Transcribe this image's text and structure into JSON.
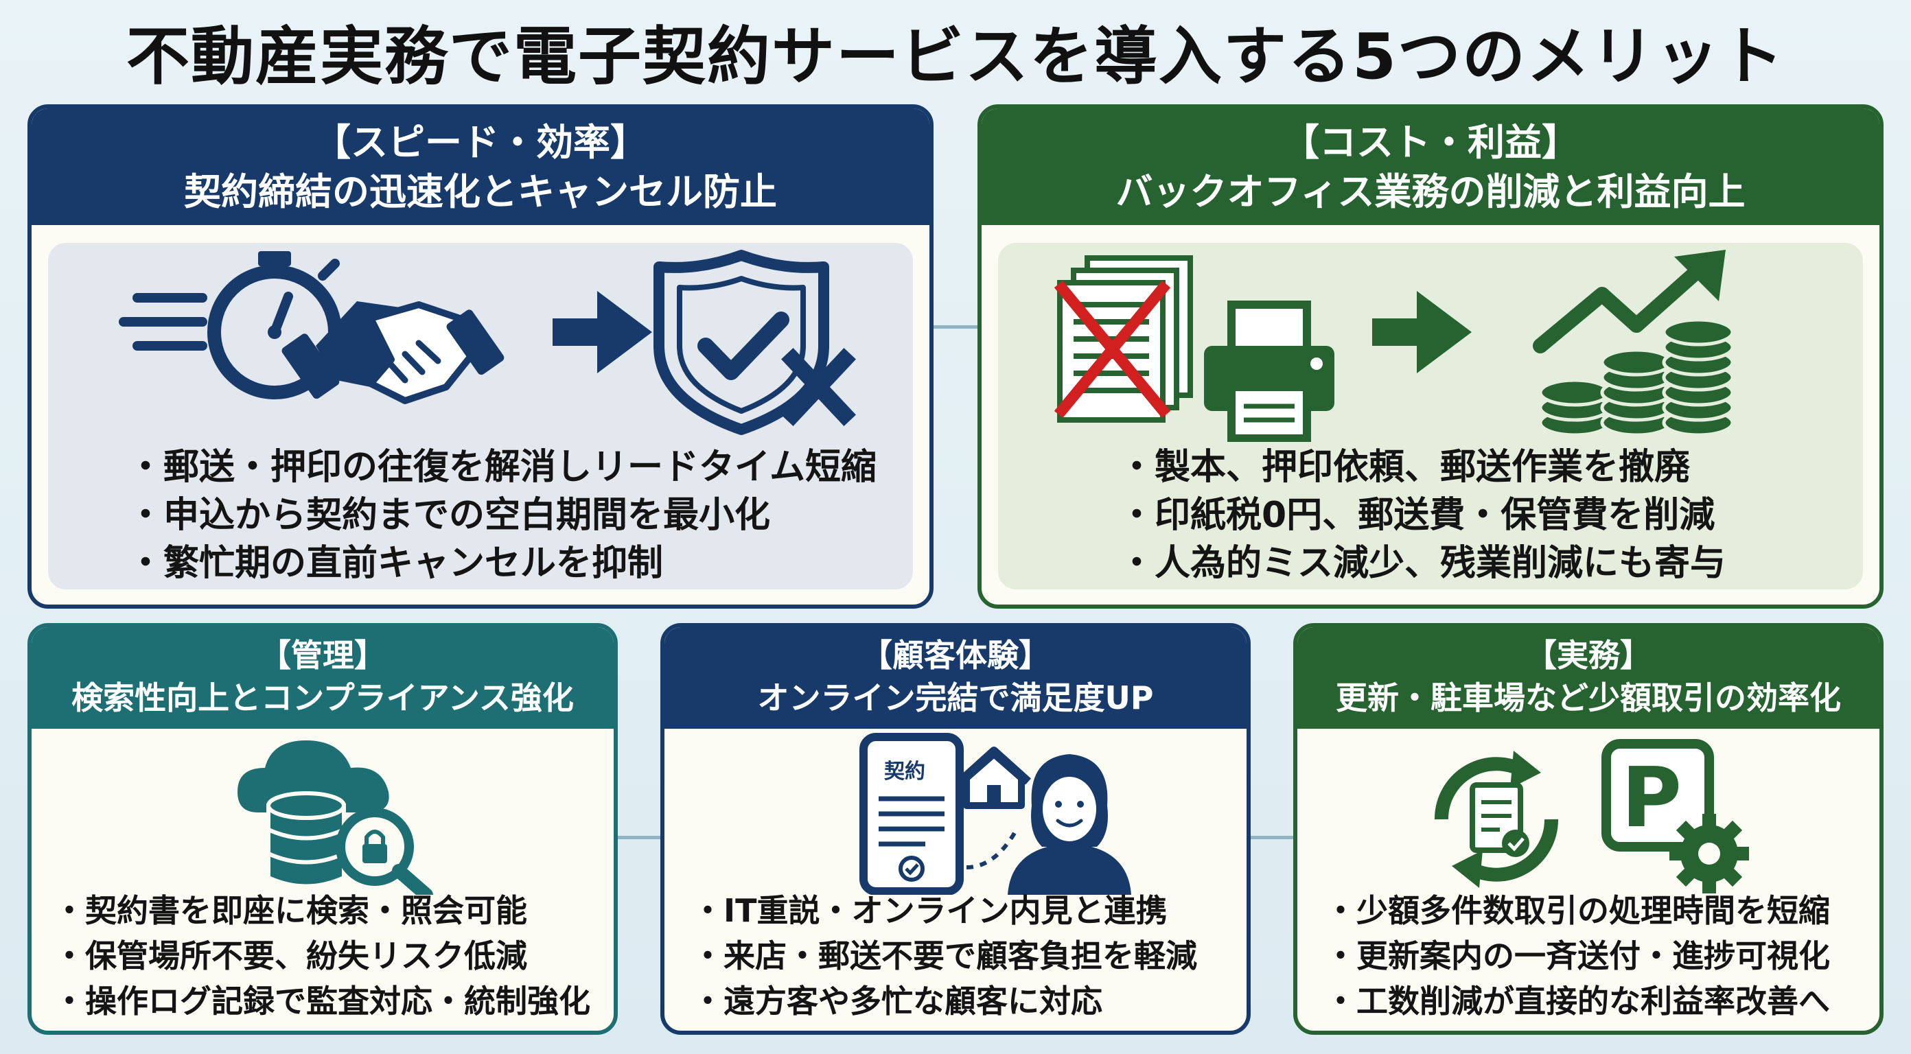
{
  "title": "不動産実務で電子契約サービスを導入する5つのメリット",
  "colors": {
    "navy": "#173a6b",
    "green": "#276231",
    "teal": "#1e6f74",
    "panel_gray": "#e3e7ee",
    "panel_green": "#e5eedd",
    "cross_red": "#d21f1f"
  },
  "cards": [
    {
      "tag": "【スピード・効率】",
      "subtitle": "契約締結の迅速化とキャンセル防止",
      "icons": [
        "stopwatch-icon",
        "handshake-icon",
        "arrow-right-icon",
        "shield-check-icon",
        "x-mark-icon"
      ],
      "bullets": [
        "郵送・押印の往復を解消しリードタイム短縮",
        "申込から契約までの空白期間を最小化",
        "繁忙期の直前キャンセルを抑制"
      ]
    },
    {
      "tag": "【コスト・利益】",
      "subtitle": "バックオフィス業務の削減と利益向上",
      "icons": [
        "crossed-documents-icon",
        "printer-icon",
        "arrow-right-icon",
        "rising-trend-icon",
        "coin-stack-icon"
      ],
      "bullets": [
        "製本、押印依頼、郵送作業を撤廃",
        "印紙税0円、郵送費・保管費を削減",
        "人為的ミス減少、残業削減にも寄与"
      ]
    },
    {
      "tag": "【管理】",
      "subtitle": "検索性向上とコンプライアンス強化",
      "icons": [
        "cloud-database-lock-search-icon"
      ],
      "bullets": [
        "契約書を即座に検索・照会可能",
        "保管場所不要、紛失リスク低減",
        "操作ログ記録で監査対応・統制強化"
      ]
    },
    {
      "tag": "【顧客体験】",
      "subtitle": "オンライン完結で満足度UP",
      "icons": [
        "smartphone-contract-icon",
        "house-icon",
        "customer-avatar-icon"
      ],
      "phone_label": "契約",
      "bullets": [
        "IT重説・オンライン内見と連携",
        "来店・郵送不要で顧客負担を軽減",
        "遠方客や多忙な顧客に対応"
      ]
    },
    {
      "tag": "【実務】",
      "subtitle": "更新・駐車場など少額取引の効率化",
      "icons": [
        "document-cycle-icon",
        "parking-gear-icon"
      ],
      "parking_label": "P",
      "bullets": [
        "少額多件数取引の処理時間を短縮",
        "更新案内の一斉送付・進捗可視化",
        "工数削減が直接的な利益率改善へ"
      ]
    }
  ]
}
